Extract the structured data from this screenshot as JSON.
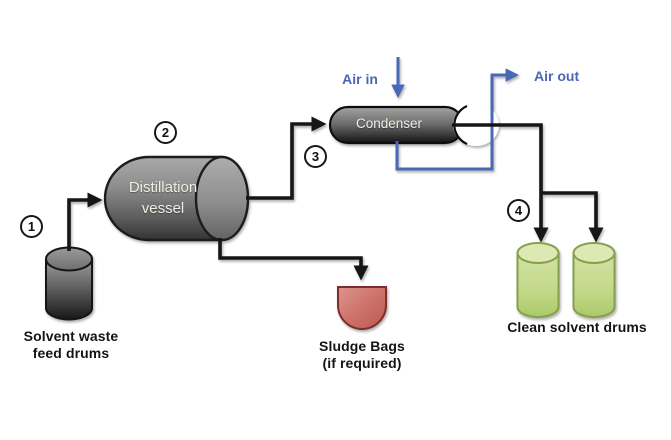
{
  "colors": {
    "line_black": "#161616",
    "flow_blue": "#4a67b5",
    "vessel_gray": "#8a8a8a",
    "feed_drum_dark_gray": "#4d4d4d",
    "clean_drum_green": "#c2d98c",
    "sludge_red": "#cd7168",
    "shape_text_white": "#f0ede5",
    "label_text_black": "#141414"
  },
  "steps": {
    "one": "1",
    "two": "2",
    "three": "3",
    "four": "4"
  },
  "nodes": {
    "feed_drums": {
      "line1": "Solvent waste",
      "line2": "feed drums"
    },
    "distillation_vessel": {
      "line1": "Distillation",
      "line2": "vessel"
    },
    "condenser": {
      "label": "Condenser"
    },
    "sludge_bags": {
      "line1": "Sludge Bags",
      "line2": "(if required)"
    },
    "clean_drums": {
      "label": "Clean solvent drums"
    }
  },
  "air": {
    "in_label": "Air in",
    "out_label": "Air out"
  }
}
